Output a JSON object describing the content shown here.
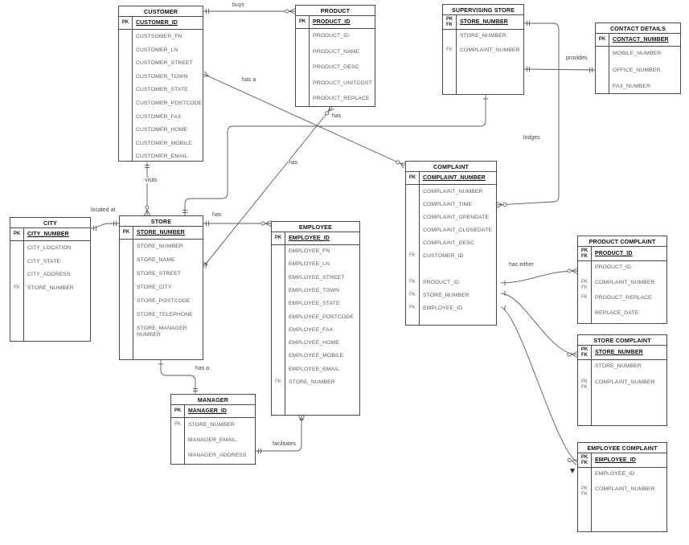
{
  "diagram": {
    "entities": [
      {
        "name": "customer",
        "title": "CUSTOMER",
        "pk": {
          "g": "PK",
          "t": "CUSTOMER_ID"
        },
        "rows": [
          {
            "g": "",
            "t": "CUSTSOMER_FN"
          },
          {
            "g": "",
            "t": "CUSTOMER_LN"
          },
          {
            "g": "",
            "t": "CUSTOMER_STREET"
          },
          {
            "g": "",
            "t": "CUSTOMER_TOWN"
          },
          {
            "g": "",
            "t": "CUSTOMER_STATE"
          },
          {
            "g": "",
            "t": "CUSTOMER_POSTCODE"
          },
          {
            "g": "",
            "t": "CUSTOMER_FAX"
          },
          {
            "g": "",
            "t": "CUSTOMER_HOME"
          },
          {
            "g": "",
            "t": "CUSTOMER_MOBILE"
          },
          {
            "g": "",
            "t": "CUSTOMER_EMAIL"
          }
        ]
      },
      {
        "name": "product",
        "title": "PRODUCT",
        "pk": {
          "g": "PK",
          "t": "PRODUCT_ID"
        },
        "rows": [
          {
            "g": "",
            "t": "PRODUCT_ID"
          },
          {
            "g": "",
            "t": "PRODUCT_NAME"
          },
          {
            "g": "",
            "t": "PRODUCT_DESC"
          },
          {
            "g": "",
            "t": "PRODUCT_UNITCOST"
          },
          {
            "g": "",
            "t": "PRODUCT_REPLACE"
          }
        ]
      },
      {
        "name": "supervising-store",
        "title": "SUPERVISING STORE",
        "pk": {
          "g": "PK\nFK",
          "t": "STORE_NUMBER"
        },
        "rows": [
          {
            "g": "",
            "t": "STORE_NUMBER"
          },
          {
            "g": "FK",
            "t": "COMPLAINT_NUMBER"
          }
        ]
      },
      {
        "name": "contact-details",
        "title": "CONTACT DETAILS",
        "pk": {
          "g": "PK",
          "t": "CONTACT_NUMBER"
        },
        "rows": [
          {
            "g": "",
            "t": "MOBILE_NUMBER"
          },
          {
            "g": "",
            "t": "OFFICE_NUMBER"
          },
          {
            "g": "",
            "t": "FAX_NUMBER"
          }
        ]
      },
      {
        "name": "city",
        "title": "CITY",
        "pk": {
          "g": "PK",
          "t": "CITY_NUMBER"
        },
        "rows": [
          {
            "g": "",
            "t": "CITY_LOCATION"
          },
          {
            "g": "",
            "t": "CITY_STATE"
          },
          {
            "g": "",
            "t": "CITY_ADDRESS"
          },
          {
            "g": "FK",
            "t": "STORE_NUMBER"
          }
        ]
      },
      {
        "name": "store",
        "title": "STORE",
        "pk": {
          "g": "PK",
          "t": "STORE_NUMBER"
        },
        "rows": [
          {
            "g": "",
            "t": "STORE_NUMBER"
          },
          {
            "g": "",
            "t": "STORE_NAME"
          },
          {
            "g": "",
            "t": "STORE_STREET"
          },
          {
            "g": "",
            "t": "STORE_CITY"
          },
          {
            "g": "",
            "t": "STORE_POSTCODE"
          },
          {
            "g": "",
            "t": "STORE_TELEPHONE"
          },
          {
            "g": "",
            "t": "STORE_MANAGER NUMBER"
          }
        ]
      },
      {
        "name": "employee",
        "title": "EMPLOYEE",
        "pk": {
          "g": "PK",
          "t": "EMPLOYEE_ID"
        },
        "rows": [
          {
            "g": "",
            "t": "EMPLOYEE_FN"
          },
          {
            "g": "",
            "t": "EMPLOYEE_LN"
          },
          {
            "g": "",
            "t": "EMPLOYEE_STREET"
          },
          {
            "g": "",
            "t": "EMPLOYEE_TOWN"
          },
          {
            "g": "",
            "t": "EMPLOYEE_STATE"
          },
          {
            "g": "",
            "t": "EMPLOYEE_POSTCODE"
          },
          {
            "g": "",
            "t": "EMPLOYEE_FAX"
          },
          {
            "g": "",
            "t": "EMPLOYEE_HOME"
          },
          {
            "g": "",
            "t": "EMPLOYEE_MOBILE"
          },
          {
            "g": "",
            "t": "EMPLOYEE_EMAIL"
          },
          {
            "g": "FK",
            "t": "STORE_NUMBER"
          }
        ]
      },
      {
        "name": "complaint",
        "title": "COMPLAINT",
        "pk": {
          "g": "PK",
          "t": "COMPLAINT_NUMBER"
        },
        "rows": [
          {
            "g": "",
            "t": "COMPLAINT_NUMBER"
          },
          {
            "g": "",
            "t": "COMPLAINT_TIME"
          },
          {
            "g": "",
            "t": "COMPLAINT_OPENDATE"
          },
          {
            "g": "",
            "t": "COMPLAINT_CLOSEDATE"
          },
          {
            "g": "",
            "t": "COMPLAINT_DESC"
          },
          {
            "g": "FK",
            "t": "CUSTOMER_ID"
          },
          {
            "g": "FK",
            "t": "PRODUCT_ID"
          },
          {
            "g": "FK",
            "t": "STORE_NUMBER"
          },
          {
            "g": "FK",
            "t": "EMPLOYEE_ID"
          }
        ]
      },
      {
        "name": "manager",
        "title": "MANAGER",
        "pk": {
          "g": "PK",
          "t": "MANAGER_ID"
        },
        "rows": [
          {
            "g": "FK",
            "t": "STORE_NUMBER"
          },
          {
            "g": "",
            "t": "MANAGER_EMAIL"
          },
          {
            "g": "",
            "t": "MANAGER_ADDRESS"
          }
        ]
      },
      {
        "name": "product-complaint",
        "title": "PRODUCT COMPLAINT",
        "pk": {
          "g": "PK\nFK",
          "t": "PRODUCT_ID"
        },
        "rows": [
          {
            "g": "",
            "t": "PRODUCT_ID"
          },
          {
            "g": "PK\nFK",
            "t": "COMPLAINT_NUMBER"
          },
          {
            "g": "FK",
            "t": "PRODUCT_REPLACE"
          },
          {
            "g": "",
            "t": "REPLACE_DATE"
          }
        ]
      },
      {
        "name": "store-complaint",
        "title": "STORE COMPLAINT",
        "pk": {
          "g": "PK\nFK",
          "t": "STORE_NUMBER"
        },
        "rows": [
          {
            "g": "",
            "t": "STORE_NUMBER"
          },
          {
            "g": "PK\nFK",
            "t": "COMPLAINT_NUMBER"
          }
        ]
      },
      {
        "name": "employee-complaint",
        "title": "EMPLOYEE COMPLAINT",
        "pk": {
          "g": "PK\nFK",
          "t": "EMPLOYEE_ID"
        },
        "rows": [
          {
            "g": "",
            "t": "EMPLOYEE_ID"
          },
          {
            "g": "PK\nFK",
            "t": "COMPLAINT_NUMBER"
          }
        ]
      }
    ],
    "edges": [
      {
        "name": "customer-buys-product",
        "label": "buys"
      },
      {
        "name": "customer-visits-store",
        "label": "visits"
      },
      {
        "name": "store-located-at-city",
        "label": "located at"
      },
      {
        "name": "store-has-employee",
        "label": "has"
      },
      {
        "name": "customer-has-a-complaint",
        "label": "has a"
      },
      {
        "name": "store-has-product",
        "label": "has"
      },
      {
        "name": "supervising-store-has-store",
        "label": "has"
      },
      {
        "name": "store-has-a-manager",
        "label": "has a"
      },
      {
        "name": "employee-facilitates-manager",
        "label": "facilitates"
      },
      {
        "name": "supervising-store-lodges-complaint",
        "label": "lodges"
      },
      {
        "name": "supervising-store-provides-contact-details",
        "label": "provides"
      },
      {
        "name": "complaint-has-either-product-complaint",
        "label": "has either"
      },
      {
        "name": "complaint-store-complaint",
        "label": ""
      },
      {
        "name": "complaint-employee-complaint",
        "label": ""
      }
    ],
    "colors": {
      "line": "#5a5a5a",
      "border": "#4a4a4a",
      "text": "#5c5c5c",
      "background": "#ffffff"
    }
  }
}
